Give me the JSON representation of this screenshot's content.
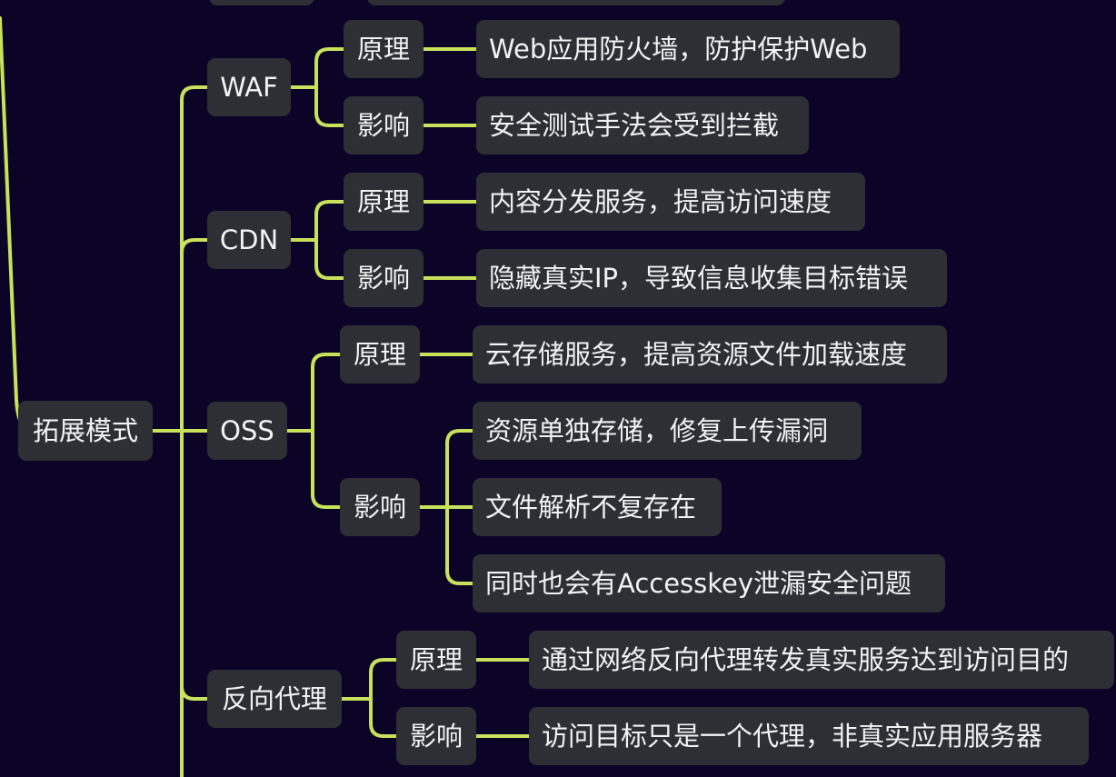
{
  "nodes": {
    "root": "拓展模式",
    "waf": "WAF",
    "waf_principle": "原理",
    "waf_principle_text": "Web应用防火墙，防护保护Web",
    "waf_impact": "影响",
    "waf_impact_text": "安全测试手法会受到拦截",
    "cdn": "CDN",
    "cdn_principle": "原理",
    "cdn_principle_text": "内容分发服务，提高访问速度",
    "cdn_impact": "影响",
    "cdn_impact_text": "隐藏真实IP，导致信息收集目标错误",
    "oss": "OSS",
    "oss_principle": "原理",
    "oss_principle_text": "云存储服务，提高资源文件加载速度",
    "oss_impact": "影响",
    "oss_impact_text_1": "资源单独存储，修复上传漏洞",
    "oss_impact_text_2": "文件解析不复存在",
    "oss_impact_text_3": "同时也会有Accesskey泄漏安全问题",
    "proxy": "反向代理",
    "proxy_principle": "原理",
    "proxy_principle_text": "通过网络反向代理转发真实服务达到访问目的",
    "proxy_impact": "影响",
    "proxy_impact_text": "访问目标只是一个代理，非真实应用服务器"
  },
  "colors": {
    "background": "#0b0427",
    "connector": "#c7e25a",
    "node_fill": "#2d2f35",
    "node_text": "#f2f2f4"
  }
}
